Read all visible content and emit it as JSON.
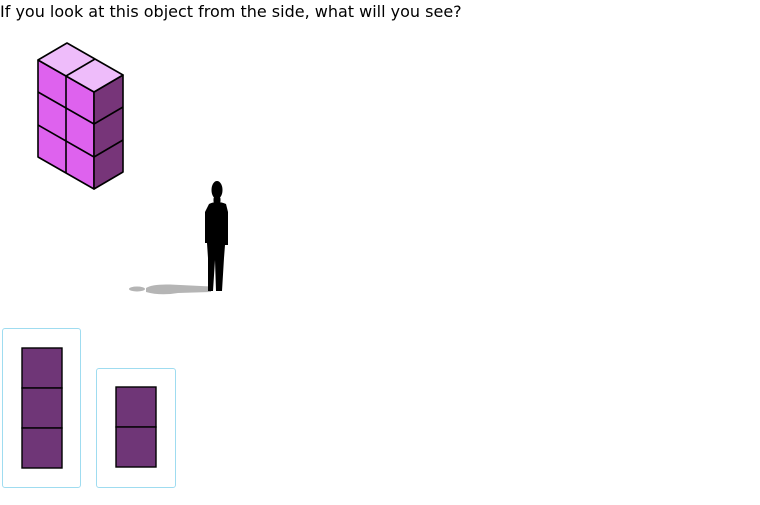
{
  "question": {
    "text": "If you look at this object from the side, what will you see?"
  },
  "scene": {
    "object": {
      "icon": "cube-stack-icon",
      "rows": 3,
      "front_columns": 2,
      "depth": 1,
      "colors": {
        "front": "#de62ee",
        "side": "#773579",
        "top": "#eebcfa",
        "outline": "#000000"
      }
    },
    "observer": {
      "icon": "person-silhouette-icon",
      "shadow_icon": "shadow-icon",
      "color": "#000000",
      "shadow_color": "#b5b5b5"
    }
  },
  "choices": [
    {
      "id": "a",
      "squares_tall": 3,
      "fill": "#6f3677",
      "border": "#9fdcf0"
    },
    {
      "id": "b",
      "squares_tall": 2,
      "fill": "#6f3677",
      "border": "#9fdcf0"
    }
  ]
}
